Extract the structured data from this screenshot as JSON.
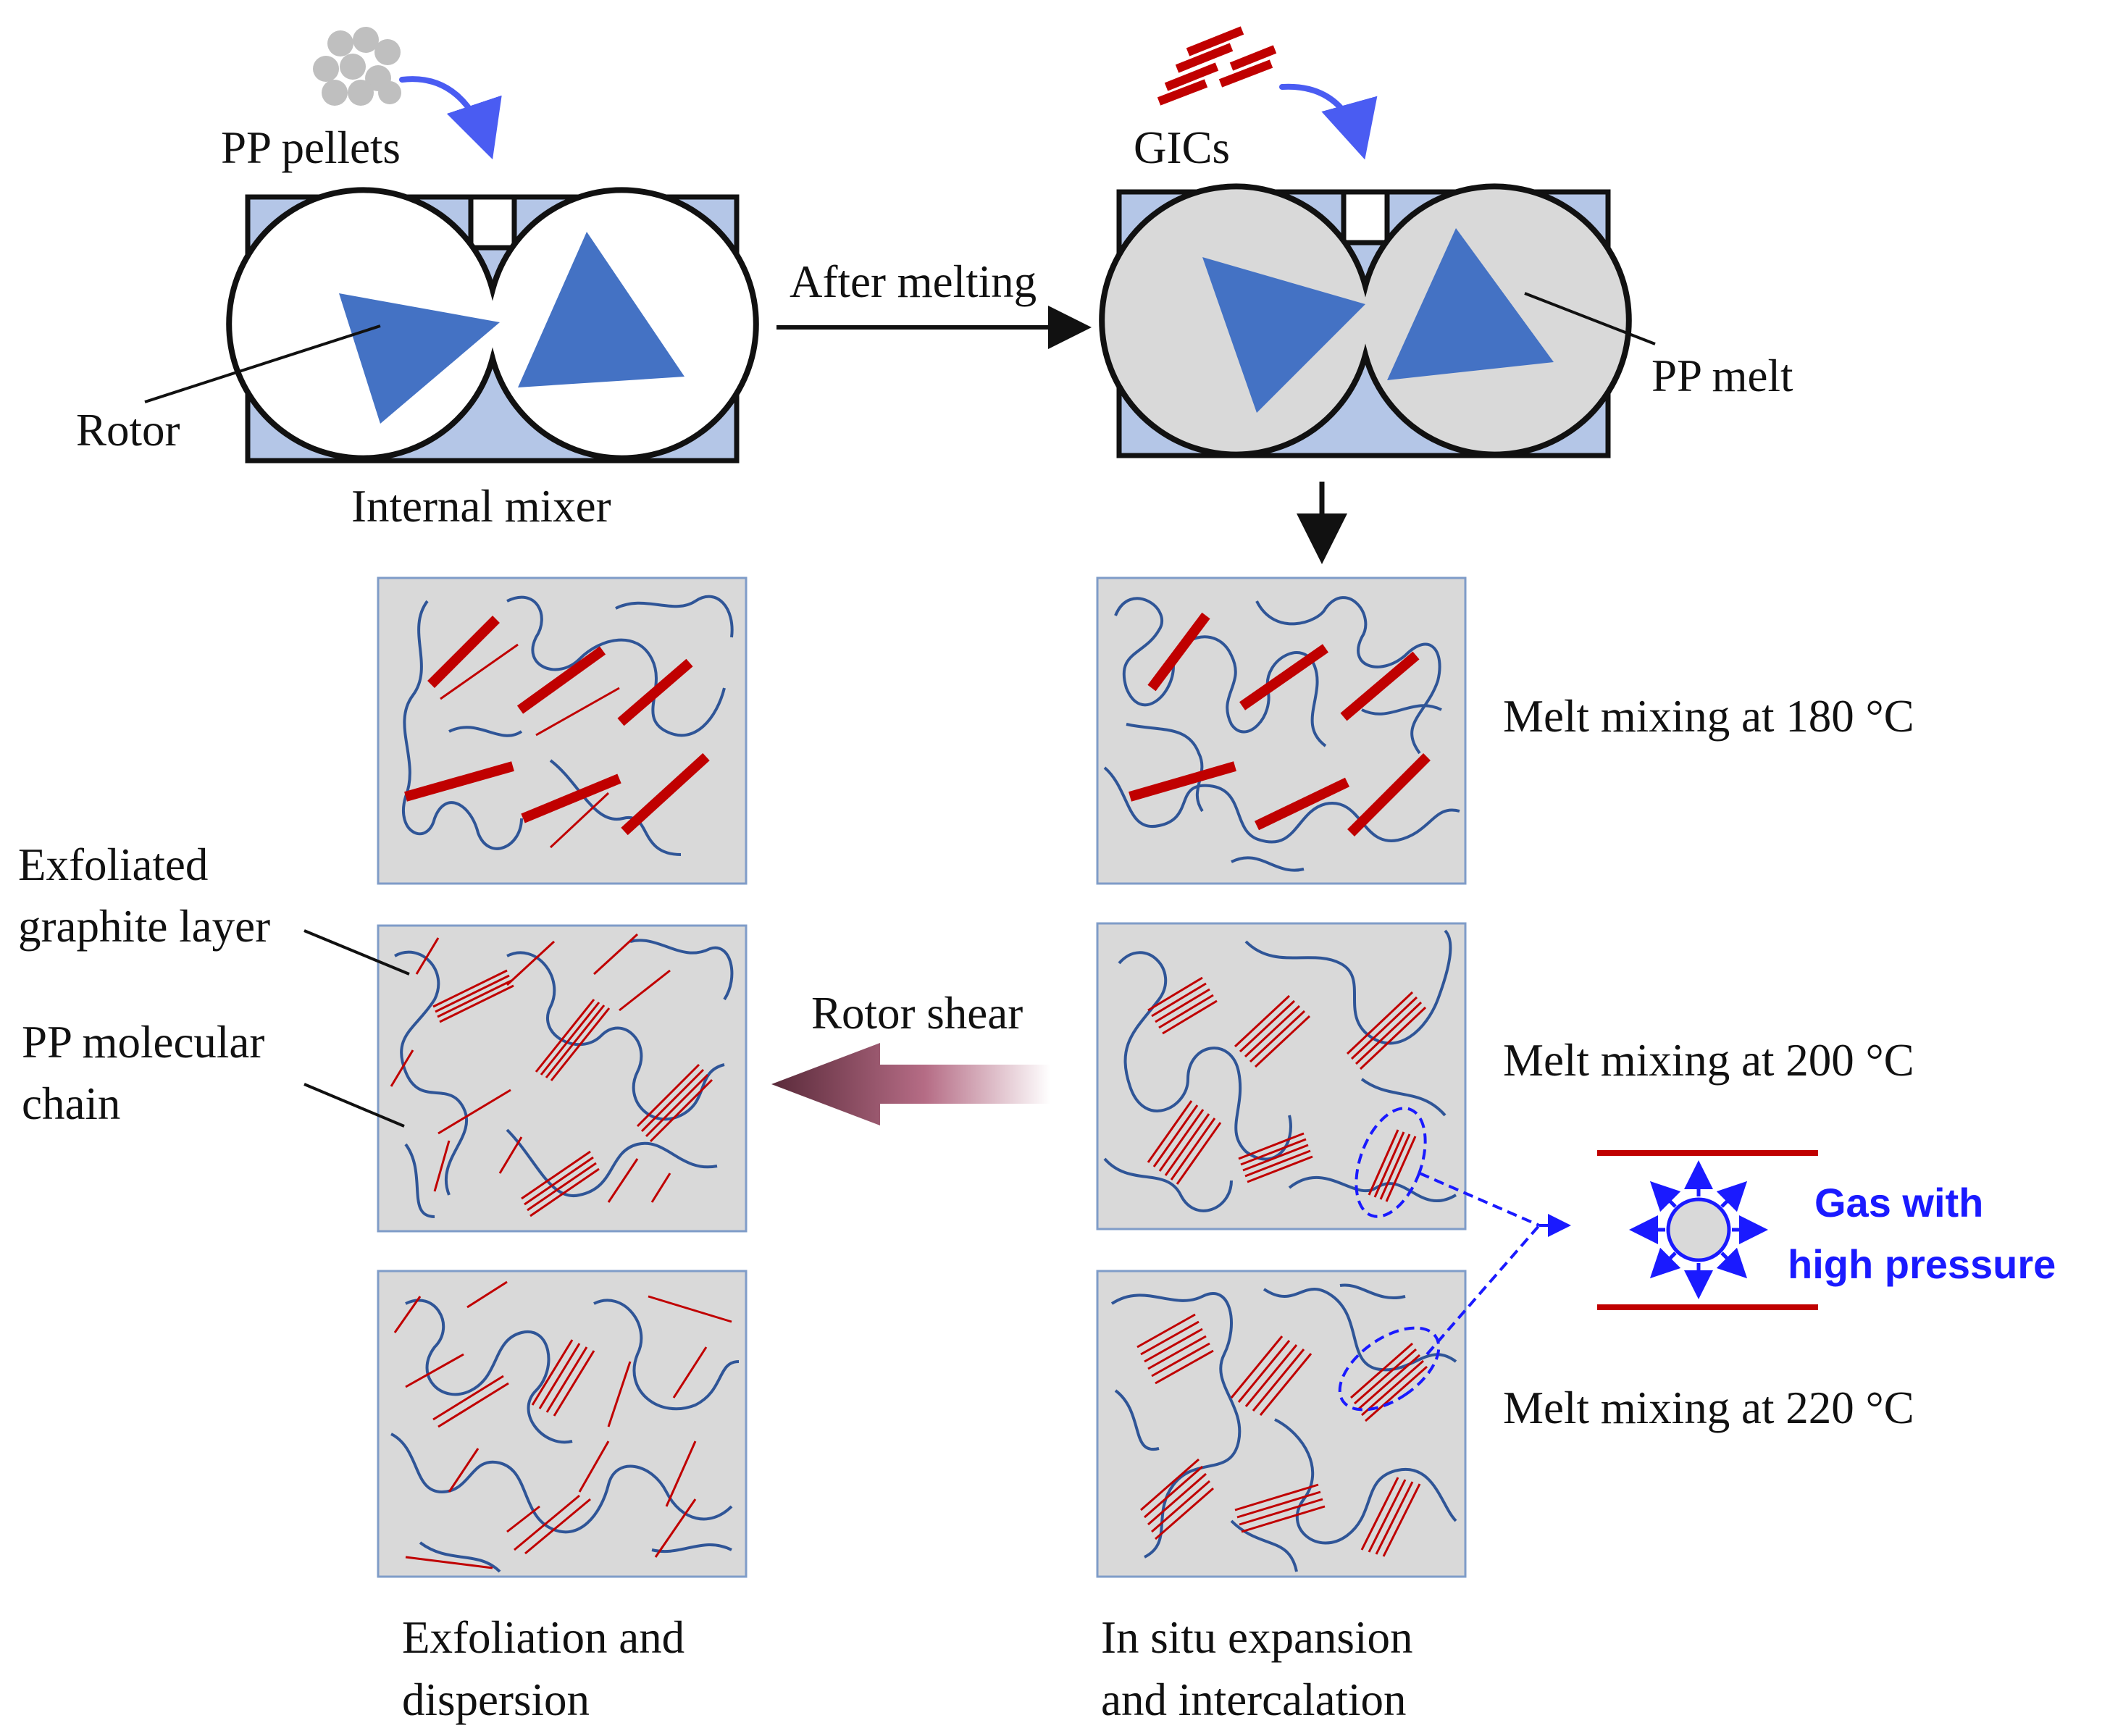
{
  "labels": {
    "pp_pellets": "PP pellets",
    "gics": "GICs",
    "rotor": "Rotor",
    "internal_mixer": "Internal mixer",
    "after_melting": "After melting",
    "pp_melt": "PP melt",
    "melt_180": "Melt mixing at 180 °C",
    "melt_200": "Melt mixing at 200 °C",
    "melt_220": "Melt mixing at 220 °C",
    "exfoliated_1": "Exfoliated",
    "exfoliated_2": "graphite layer",
    "pp_chain_1": "PP molecular",
    "pp_chain_2": "chain",
    "rotor_shear": "Rotor shear",
    "gas_1": "Gas with",
    "gas_2": "high pressure",
    "exfol_disp_1": "Exfoliation and",
    "exfol_disp_2": "dispersion",
    "insitu_1": "In situ expansion",
    "insitu_2": "and intercalation"
  },
  "colors": {
    "mixer_fill": "#b4c6e7",
    "rotor_blue": "#4472c4",
    "graphite_red": "#c00000",
    "chain_blue": "#2f5597",
    "panel_gray": "#d9d9d9",
    "gas_blue": "#1a1aff"
  }
}
